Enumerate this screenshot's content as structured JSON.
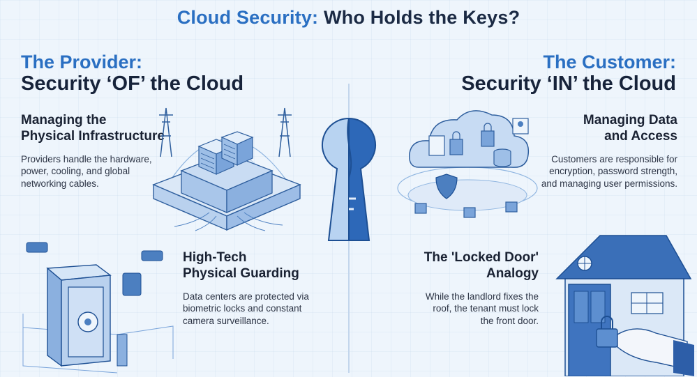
{
  "title": {
    "part1": "Cloud Security:",
    "part2": "Who Holds the Keys?"
  },
  "provider": {
    "heading_line1": "The Provider:",
    "heading_line2": "Security ‘OF’ the Cloud",
    "infrastructure": {
      "heading_line1": "Managing the",
      "heading_line2": "Physical Infrastructure",
      "body_line1": "Providers handle the hardware,",
      "body_line2": "power, cooling, and global",
      "body_line3": "networking cables."
    },
    "guarding": {
      "heading_line1": "High-Tech",
      "heading_line2": "Physical Guarding",
      "body_line1": "Data centers are protected via",
      "body_line2": "biometric locks and constant",
      "body_line3": "camera surveillance."
    }
  },
  "customer": {
    "heading_line1": "The Customer:",
    "heading_line2": "Security ‘IN’ the Cloud",
    "data_access": {
      "heading_line1": "Managing Data",
      "heading_line2": "and Access",
      "body_line1": "Customers are responsible for",
      "body_line2": "encryption, password strength,",
      "body_line3": "and managing user permissions."
    },
    "locked_door": {
      "heading_line1": "The 'Locked Door'",
      "heading_line2": "Analogy",
      "body_line1": "While the landlord fixes the",
      "body_line2": "roof, the tenant must lock",
      "body_line3": "the front door."
    }
  },
  "colors": {
    "accent": "#2a6fc2",
    "dark": "#1b2a44",
    "light_blue": "#9fc3ea",
    "pale_blue": "#d6e6f7"
  },
  "icons": [
    "data-center-icon",
    "keyhole-icon",
    "cloud-data-icon",
    "vault-icon",
    "house-icon"
  ]
}
